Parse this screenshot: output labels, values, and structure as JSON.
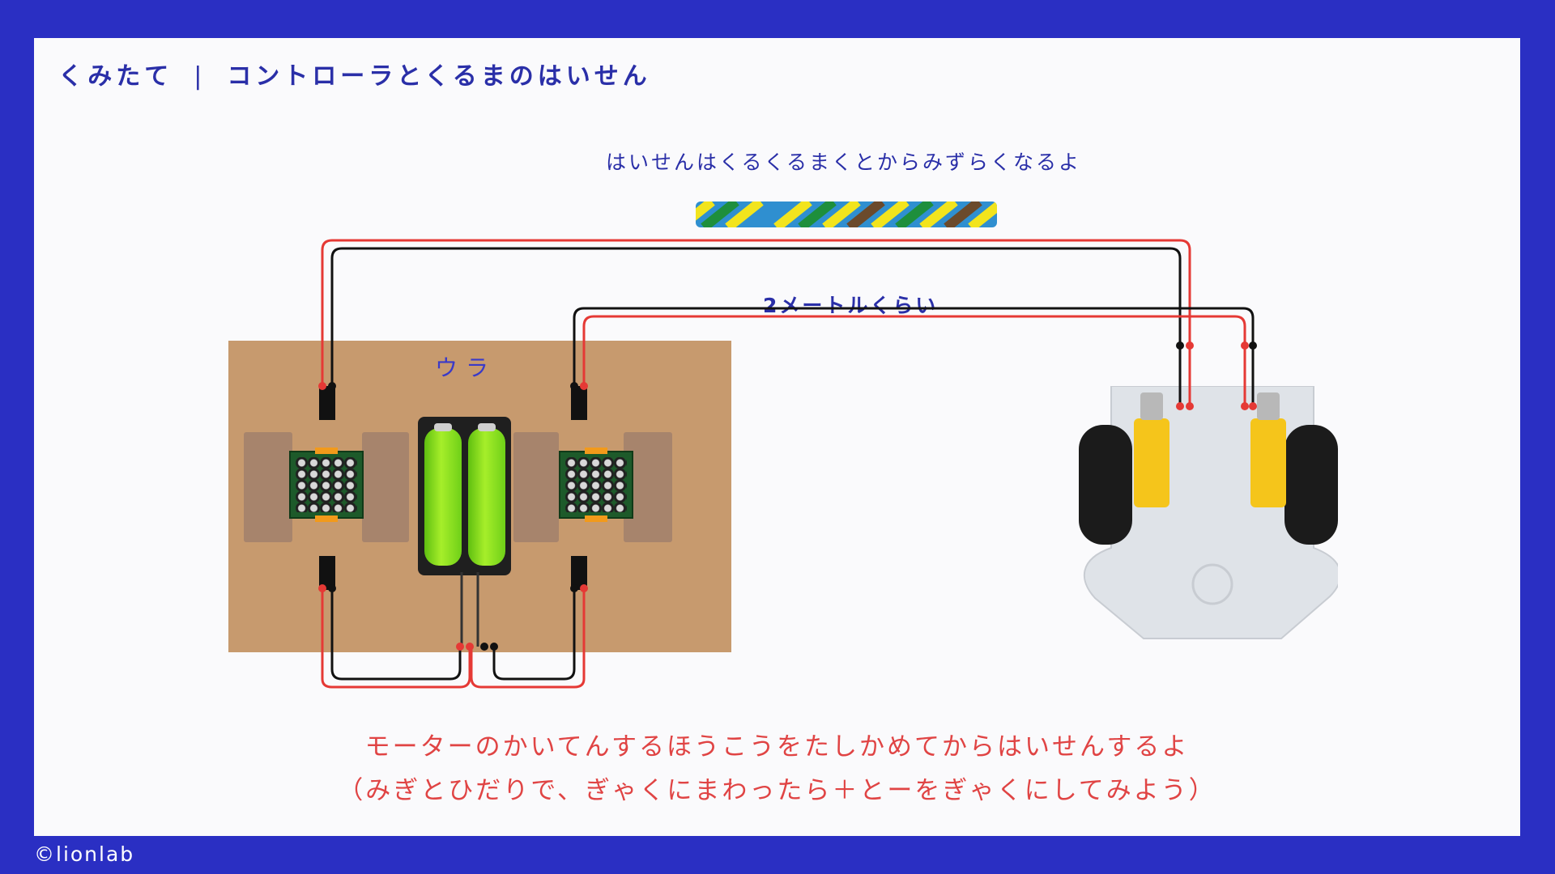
{
  "header": {
    "section": "くみたて",
    "separator": "|",
    "title": "コントローラとくるまのはいせん"
  },
  "diagram": {
    "twist_label": "はいせんはくるくるまくとからみずらくなるよ",
    "length_label": "2メートルくらい",
    "back_label": "ウラ"
  },
  "caption": {
    "line1": "モーターのかいてんするほうこうをたしかめてからはいせんするよ",
    "line2": "（みぎとひだりで、ぎゃくにまわったら＋とーをぎゃくにしてみよう）"
  },
  "footer": {
    "copyright": "©lionlab"
  },
  "colors": {
    "background": "#2a2fc3",
    "title": "#2a2fa8",
    "caption": "#e04444",
    "wire_red": "#e53935",
    "wire_black": "#111111",
    "cardboard": "#c79a6e",
    "battery": "#8fe020",
    "motor": "#f5c51b"
  }
}
